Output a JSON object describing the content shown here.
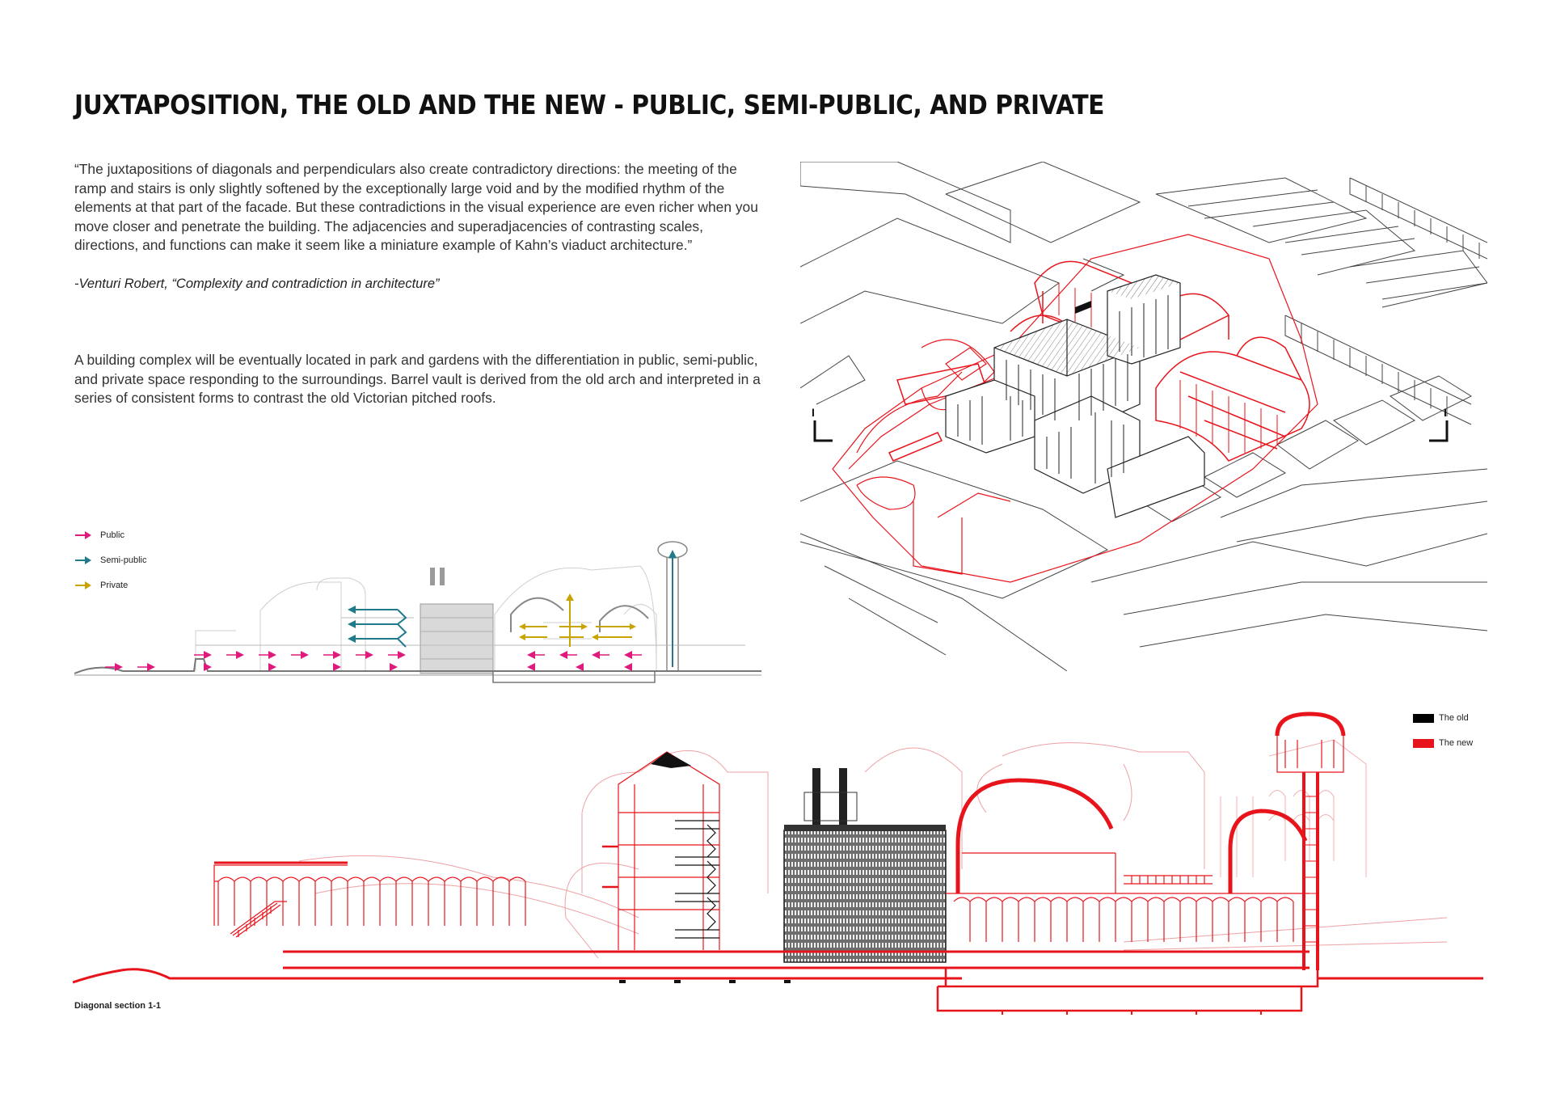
{
  "title": "JUXTAPOSITION, THE OLD AND THE NEW - PUBLIC, SEMI-PUBLIC, AND PRIVATE",
  "quote": "“The juxtapositions of diagonals and perpendiculars also create contradictory directions: the meeting of the ramp and stairs is only slightly softened by the exceptionally large void and by the modified rhythm of the elements at that part of the facade. But these contradictions in the visual experience are even richer when you move closer and penetrate the building. The adjacencies and superadjacencies of contrasting scales, directions, and functions can make it seem like a miniature example of Kahn’s viaduct architecture.”",
  "citation": "-Venturi Robert, “Complexity and contradiction in architecture”",
  "description": "A building complex will be eventually located in park and gardens with the differentiation in public, semi-public, and private space responding to the surroundings. Barrel vault is derived from the old arch and interpreted in a series of consistent forms to contrast the old Victorian pitched roofs.",
  "circulation_legend": [
    {
      "label": "Public",
      "color": "#e0197d"
    },
    {
      "label": "Semi-public",
      "color": "#1f7a8c"
    },
    {
      "label": "Private",
      "color": "#c9a400"
    }
  ],
  "section_legend": [
    {
      "label": "The old",
      "color": "#000000"
    },
    {
      "label": "The new",
      "color": "#e8141c"
    }
  ],
  "section_marker_left": "I",
  "section_marker_right": "I",
  "section_caption": "Diagonal section 1-1"
}
